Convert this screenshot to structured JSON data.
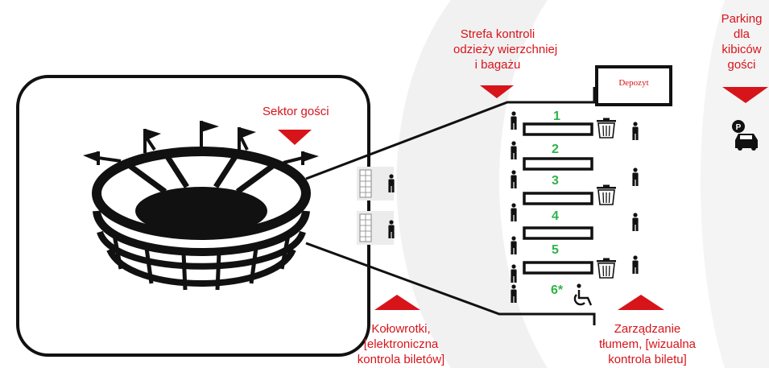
{
  "labels": {
    "away_sector": "Sektor gości",
    "checkpoint_zone": [
      "Strefa kontroli",
      "odzieży wierzchniej",
      "i bagażu"
    ],
    "parking": [
      "Parking",
      "dla",
      "kibiców",
      "gości"
    ],
    "turnstiles": [
      "Kołowrotki,",
      "[elektroniczna",
      "kontrola biletów]"
    ],
    "crowd_management": [
      "Zarządzanie",
      "tłumem, [wizualna",
      "kontrola biletu]"
    ],
    "deposit": "Depozyt"
  },
  "gates": [
    "1",
    "2",
    "3",
    "4",
    "5",
    "6*"
  ],
  "colors": {
    "accent_red": "#d7141a",
    "gate_green": "#2fb34a",
    "ink": "#111111",
    "watermark": "#f1f1f1"
  },
  "icons": [
    "stadium-icon",
    "turnstile-icon",
    "person-icon",
    "trash-icon",
    "wheelchair-icon",
    "parking-car-icon",
    "arrow-down-marker",
    "arrow-up-marker"
  ]
}
